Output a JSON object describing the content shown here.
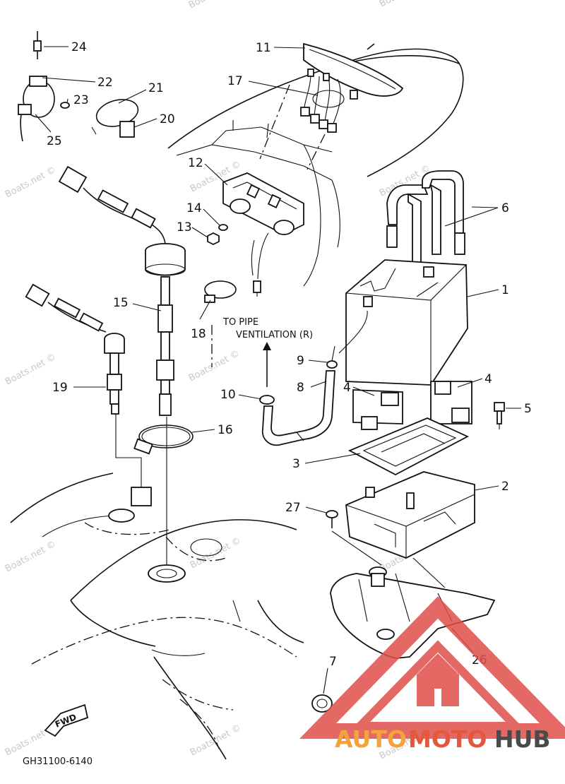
{
  "callouts": {
    "c1": "1",
    "c2": "2",
    "c3": "3",
    "c4a": "4",
    "c4b": "4",
    "c5": "5",
    "c6": "6",
    "c7": "7",
    "c8": "8",
    "c9": "9",
    "c10": "10",
    "c11": "11",
    "c12": "12",
    "c13": "13",
    "c14": "14",
    "c15": "15",
    "c16": "16",
    "c17": "17",
    "c18": "18",
    "c19": "19",
    "c20": "20",
    "c21": "21",
    "c22": "22",
    "c23": "23",
    "c24": "24",
    "c25": "25",
    "c26": "26",
    "c27": "27"
  },
  "annotation": {
    "line1": "TO PIPE",
    "line2": "VENTILATION (R)"
  },
  "direction_badge": "FWD",
  "diagram_code": "GH31100-6140",
  "watermark": "Boats.net ©",
  "brand": {
    "part1": "AUTO",
    "part2": "MOTO",
    "part3": "HUB",
    "color1": "#f2a33a",
    "color2": "#e4573c",
    "color3": "#4a4a4a",
    "logo_color": "#e0504a"
  }
}
